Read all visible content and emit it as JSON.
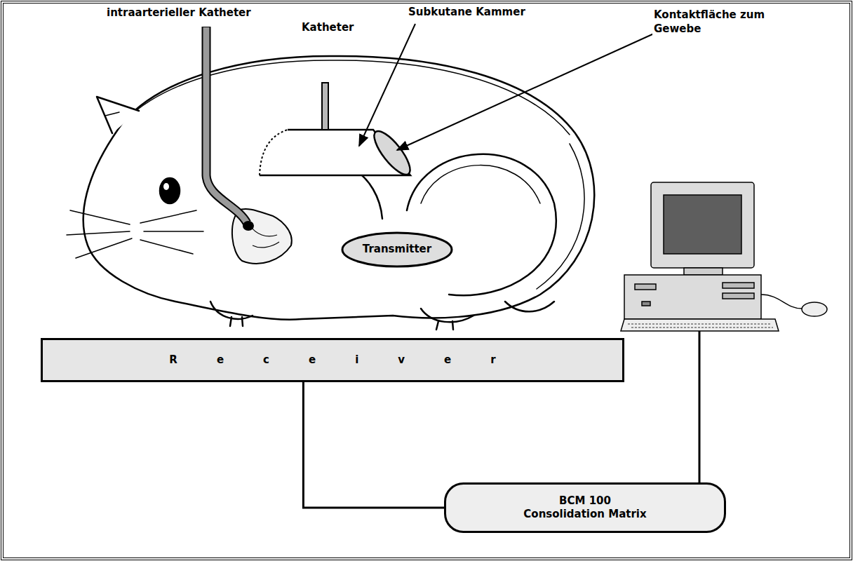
{
  "diagram": {
    "nodes": [
      {
        "text": [
          "Transmitter"
        ]
      },
      {
        "text": [
          "Receiver"
        ]
      },
      {
        "text": [
          "BCM 100 Consolidation Matrix"
        ]
      }
    ],
    "edges": [
      {
        "from": 1,
        "to": 2,
        "arrow": "none"
      }
    ],
    "labels": [
      "intraarterieller Katheter",
      "Katheter",
      "Subkutane Kammer",
      "Kontaktfläche zum Gewebe"
    ]
  }
}
